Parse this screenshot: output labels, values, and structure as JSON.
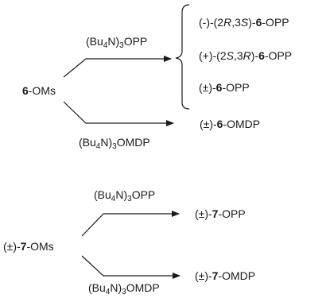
{
  "scheme1": {
    "start": {
      "num": "6",
      "suffix": "-OMs"
    },
    "reagent_top": {
      "pre": "(Bu",
      "sub": "4",
      "post": "N)",
      "sub2": "3",
      "tail": "OPP"
    },
    "reagent_bottom": {
      "pre": "(Bu",
      "sub": "4",
      "post": "N)",
      "sub2": "3",
      "tail": "OMDP"
    },
    "products": [
      {
        "pre": "(-)-(2",
        "i1": "R",
        "mid": ",3",
        "i2": "S",
        "close": ")-",
        "num": "6",
        "suffix": "-OPP"
      },
      {
        "pre": "(+)-(2",
        "i1": "S",
        "mid": ",3",
        "i2": "R",
        "close": ")-",
        "num": "6",
        "suffix": "-OPP"
      },
      {
        "pre": "(±)-",
        "num": "6",
        "suffix": "-OPP"
      }
    ],
    "product_bottom": {
      "pre": "(±)-",
      "num": "6",
      "suffix": "-OMDP"
    }
  },
  "scheme2": {
    "start": {
      "pre": "(±)-",
      "num": "7",
      "suffix": "-OMs"
    },
    "reagent_top": {
      "pre": "(Bu",
      "sub": "4",
      "post": "N)",
      "sub2": "3",
      "tail": "OPP"
    },
    "reagent_bottom": {
      "pre": "(Bu",
      "sub": "4",
      "post": "N)",
      "sub2": "3",
      "tail": "OMDP"
    },
    "product_top": {
      "pre": "(±)-",
      "num": "7",
      "suffix": "-OPP"
    },
    "product_bottom": {
      "pre": "(±)-",
      "num": "7",
      "suffix": "-OMDP"
    }
  }
}
